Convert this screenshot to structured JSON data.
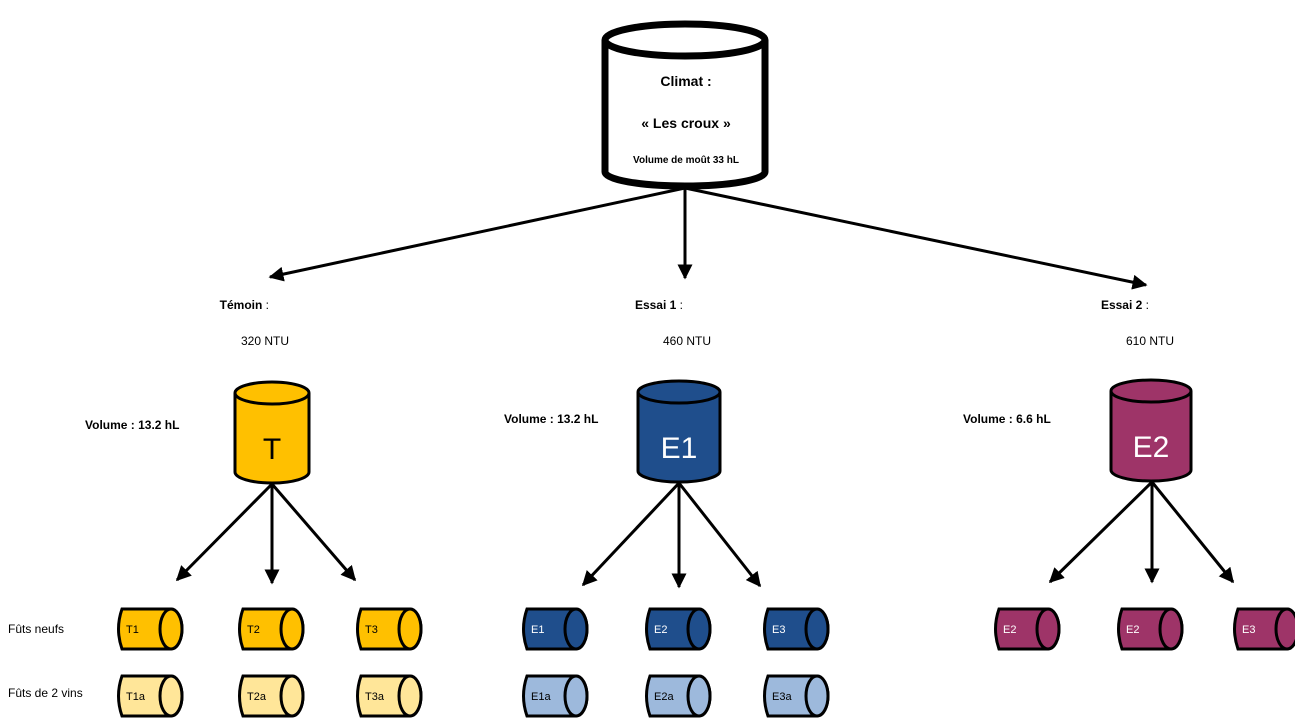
{
  "root": {
    "title": "Climat :",
    "subtitle": "« Les croux »",
    "volume": "Volume de moût 33 hL"
  },
  "branches": [
    {
      "name": "Témoin",
      "name_suffix": " :",
      "ntu": "320 NTU",
      "volume": "Volume : 13.2 hL",
      "code": "T",
      "colors": {
        "main": "#FFC000",
        "light": "#FFE699",
        "dark": "#FFC000",
        "text_main": "#000000",
        "text_light": "#000000"
      },
      "new_barrels": [
        "T1",
        "T2",
        "T3"
      ],
      "old_barrels": [
        "T1a",
        "T2a",
        "T3a"
      ]
    },
    {
      "name": "Essai 1",
      "name_suffix": " :",
      "ntu": "460 NTU",
      "volume": "Volume : 13.2 hL",
      "code": "E1",
      "colors": {
        "main": "#1F4E8C",
        "light": "#9DB9DC",
        "dark": "#1F4E8C",
        "text_main": "#ffffff",
        "text_light": "#000000"
      },
      "new_barrels": [
        "E1",
        "E2",
        "E3"
      ],
      "old_barrels": [
        "E1a",
        "E2a",
        "E3a"
      ]
    },
    {
      "name": "Essai 2",
      "name_suffix": " :",
      "ntu": "610 NTU",
      "volume": "Volume : 6.6 hL",
      "code": "E2",
      "colors": {
        "main": "#9E3468",
        "light": "#9E3468",
        "dark": "#9E3468",
        "text_main": "#ffffff",
        "text_light": "#ffffff"
      },
      "new_barrels": [
        "E2",
        "E2",
        "E3"
      ],
      "old_barrels": []
    }
  ],
  "row_labels": {
    "new": "Fûts neufs",
    "old": "Fûts de 2 vins"
  }
}
